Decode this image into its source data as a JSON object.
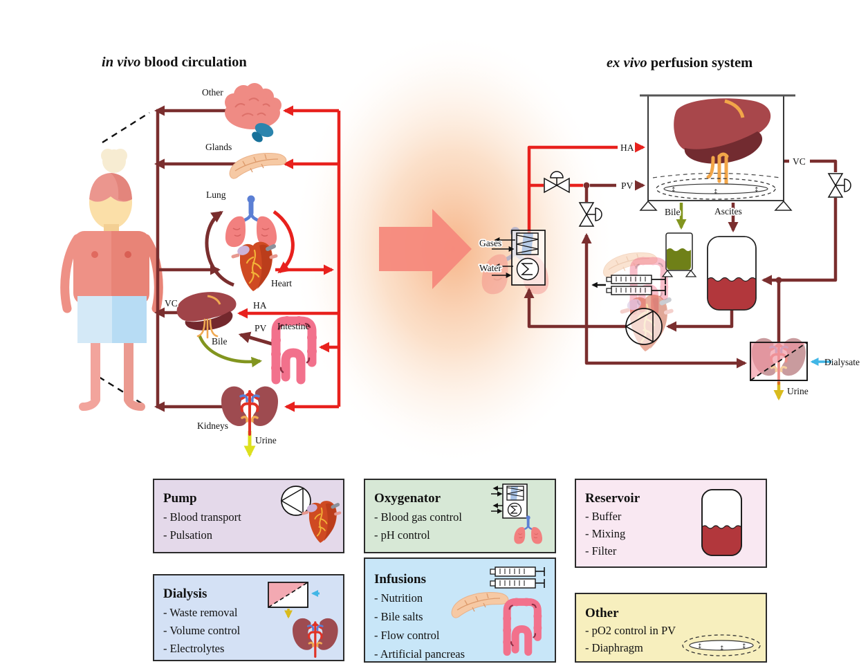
{
  "title_left": {
    "em": "in vivo",
    "rest": " blood circulation"
  },
  "title_right": {
    "em": "ex vivo",
    "rest": " perfusion system"
  },
  "invivo": {
    "other": "Other",
    "glands": "Glands",
    "lung": "Lung",
    "heart": "Heart",
    "vc": "VC",
    "ha": "HA",
    "pv": "PV",
    "bile": "Bile",
    "intestine": "Intestine",
    "kidneys": "Kidneys",
    "urine": "Urine"
  },
  "exvivo": {
    "ha": "HA",
    "pv": "PV",
    "vc": "VC",
    "bile": "Bile",
    "ascites": "Ascites",
    "gases": "Gases",
    "water": "Water",
    "dialysate": "Dialysate",
    "urine": "Urine"
  },
  "legend": [
    {
      "title": "Pump",
      "items": [
        "- Blood transport",
        "- Pulsation"
      ],
      "bg": "#e4d9ea"
    },
    {
      "title": "Oxygenator",
      "items": [
        "- Blood gas control",
        "- pH control"
      ],
      "bg": "#d7e8d6"
    },
    {
      "title": "Reservoir",
      "items": [
        "- Buffer",
        "- Mixing",
        "- Filter"
      ],
      "bg": "#f9e8f2"
    },
    {
      "title": "Dialysis",
      "items": [
        "- Waste removal",
        "- Volume control",
        "- Electrolytes"
      ],
      "bg": "#d4e1f5"
    },
    {
      "title": "Infusions",
      "items": [
        "- Nutrition",
        "- Bile salts",
        "- Flow control",
        "- Artificial pancreas"
      ],
      "bg": "#c8e6f8"
    },
    {
      "title": "Other",
      "items": [
        "- pO2 control in PV",
        "- Diaphragm"
      ],
      "bg": "#f7efbe"
    }
  ],
  "icons": {
    "updown": "↕"
  },
  "colors": {
    "artery": "#e8211d",
    "vein": "#7a2e2e",
    "bile": "#82951f",
    "urine_left": "#dde01e",
    "urine_right": "#d9bb1e",
    "dialysate": "#41b6e6",
    "reservoir_fluid": "#b2373c",
    "glow": "#f6b588",
    "big_arrow": "#f5897c"
  }
}
